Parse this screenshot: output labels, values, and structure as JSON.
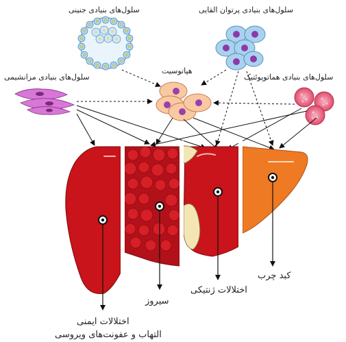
{
  "labels": {
    "embryonic": "سلول‌های بنیادی جنینی",
    "pluripotent": "سلول‌های بنیادی پرتوان القایی",
    "mesenchymal": "سلول‌های بنیادی مزانشیمی",
    "hepatocyte": "هپاتوسیت",
    "hematopoietic": "سلول‌های بنیادی هماتوپوئتیک",
    "immune_line1": "اختلالات ایمنی",
    "immune_line2": "التهاب و عفونت‌های ویروسی",
    "cirrhosis": "سیروز",
    "genetic": "اختلالات ژنتیکی",
    "fatty_liver": "کبد چرب"
  },
  "colors": {
    "liver_red": "#c8141a",
    "liver_dark": "#9e0f12",
    "fatty_orange": "#ee7a23",
    "hepatocyte": "#f9c9a2",
    "nucleus": "#9b3fb0",
    "ipsc": "#a8d2ef",
    "embryonic_ring": "#a9d8ef",
    "mesenchymal": "#d977d8",
    "hematopoietic": "#e85b74"
  },
  "icons": [
    "embryonic-cell-icon",
    "ipsc-cluster-icon",
    "mesenchymal-cell-icon",
    "hepatocyte-cluster-icon",
    "hematopoietic-cell-icon",
    "liver-illustration"
  ]
}
